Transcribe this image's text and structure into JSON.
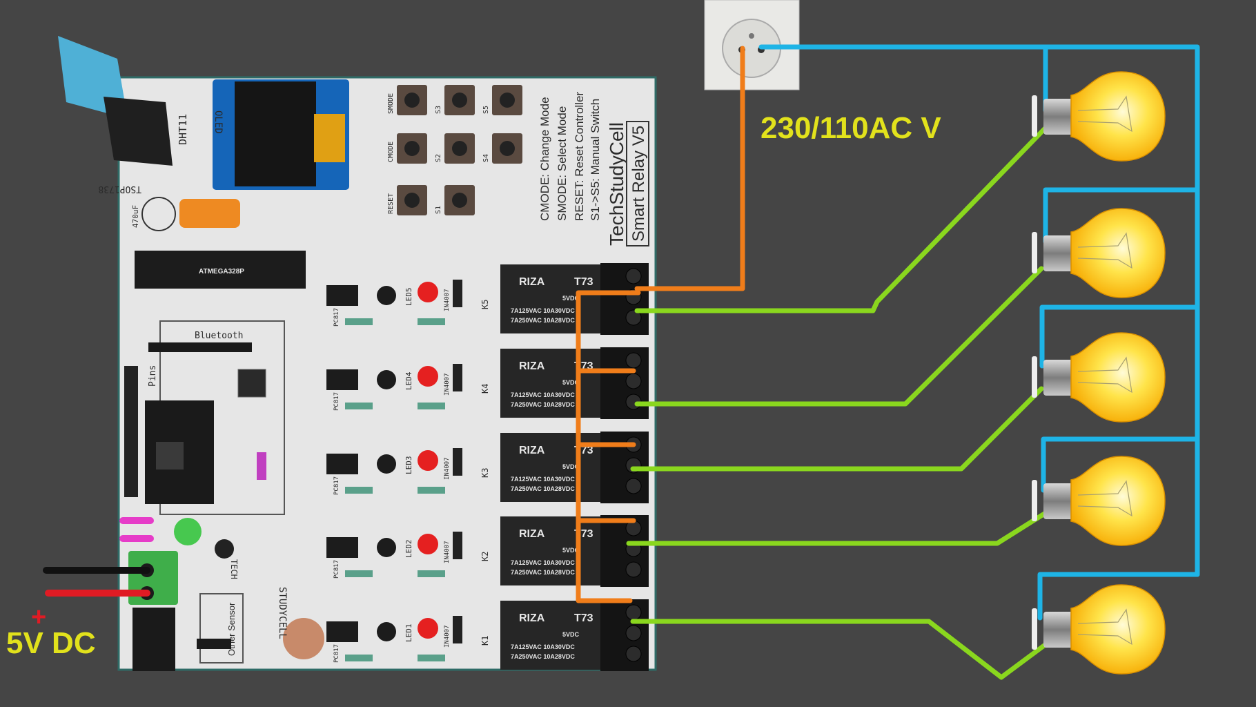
{
  "labels": {
    "mains_voltage": "230/110AC V",
    "dc_supply": "5V DC",
    "dc_plus": "+"
  },
  "board": {
    "brand": "TechStudyCell",
    "model": "Smart Relay V5",
    "legend": [
      "CMODE: Change Mode",
      "SMODE: Select Mode",
      "RESET: Reset Controller",
      "S1->S5: Manual Switch"
    ],
    "buttons": [
      "SMODE",
      "S3",
      "S5",
      "CMODE",
      "S2",
      "S4",
      "RESET",
      "S1"
    ],
    "silkscreen": {
      "dht": "DHT11",
      "oled": "OLED",
      "ir": "TSOP1738",
      "cap": "470uF",
      "bluetooth": "Bluetooth",
      "pins": "Pins",
      "other_sensor": "Other Sensor",
      "logo": "STUDYCELL",
      "tech": "TECH",
      "mcu": "ATMEGA328P",
      "diode": "IN4007",
      "optocoupler": "PC817"
    },
    "relays": [
      {
        "k": "K5",
        "led": "LED5"
      },
      {
        "k": "K4",
        "led": "LED4"
      },
      {
        "k": "K3",
        "led": "LED3"
      },
      {
        "k": "K2",
        "led": "LED2"
      },
      {
        "k": "K1",
        "led": "LED1"
      }
    ],
    "relay_part": {
      "maker": "RIZA",
      "part": "T73",
      "coil": "5VDC",
      "rating1": "7A125VAC  10A30VDC",
      "rating2": "7A250VAC  10A28VDC"
    }
  },
  "colors": {
    "background": "#454545",
    "phase_wire": "#f07d1a",
    "neutral_wire": "#1eb4e6",
    "load_wire": "#8ad71e",
    "label_yellow": "#e2e21c",
    "dc_positive": "#e01b24",
    "dc_negative": "#111111",
    "jumper": "#e63cc8"
  },
  "lamps": [
    "lamp-1",
    "lamp-2",
    "lamp-3",
    "lamp-4",
    "lamp-5"
  ]
}
